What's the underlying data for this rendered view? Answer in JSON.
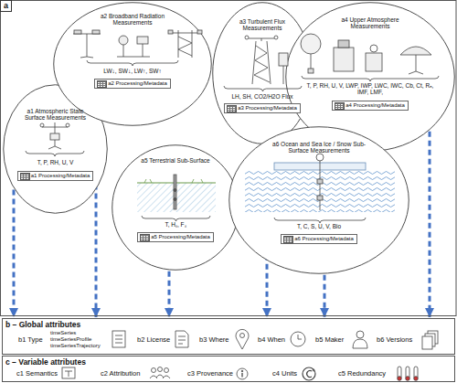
{
  "diagram": {
    "nodes": [
      {
        "text": [
          "a"
        ]
      },
      {
        "text": [
          "a1 Atmospheric State Surface Measurements",
          "T, P, RH, U, V",
          "a1 Processing/Metadata"
        ],
        "in": 0
      },
      {
        "text": [
          "a2 Broadband Radiation Measurements",
          "LW↓, SW↓, LW↑, SW↑",
          "a2 Processing/Metadata"
        ],
        "in": 0
      },
      {
        "text": [
          "a3 Turbulent Flux Measurements",
          "LH, SH, CO2/H2O Flux",
          "a3 Processing/Metadata"
        ],
        "in": 0
      },
      {
        "text": [
          "a4 Upper Atmosphere Measurements",
          "T, P, RH, U, V, LWP, IWP, LWC, IWC, Cb, Ct, Rₑ, IMF, LMF,",
          "a4 Processing/Metadata"
        ],
        "in": 0
      },
      {
        "text": [
          "a5 Terrestrial Sub-Surface",
          "T, Hₛ, Fₛ",
          "a5 Processing/Metadata"
        ],
        "in": 0
      },
      {
        "text": [
          "a6 Ocean and Sea Ice / Snow Sub-Surface Measurements",
          "T, C, S, U, V, Bio",
          "a6 Processing/Metadata"
        ],
        "in": 0
      },
      {
        "text": [
          "b – Global attributes"
        ]
      },
      {
        "text": [
          "c – Variable attributes"
        ]
      }
    ],
    "edges": [
      {
        "from": 1,
        "to": 7,
        "arrow": "to"
      },
      {
        "from": 2,
        "to": 7,
        "arrow": "to"
      },
      {
        "from": 3,
        "to": 7,
        "arrow": "to"
      },
      {
        "from": 4,
        "to": 7,
        "arrow": "to"
      },
      {
        "from": 5,
        "to": 7,
        "arrow": "to"
      },
      {
        "from": 6,
        "to": 7,
        "arrow": "to"
      }
    ],
    "labels": [
      "b1 Type",
      "timeSeries",
      "timeSeriesProfile",
      "timeSeriesTrajectory",
      "b2 License",
      "b3 Where",
      "b4 When",
      "b5 Maker",
      "b6 Versions",
      "c1 Semantics",
      "c2 Attribution",
      "c3 Provenance",
      "c4 Units",
      "c5 Redundancy"
    ]
  }
}
